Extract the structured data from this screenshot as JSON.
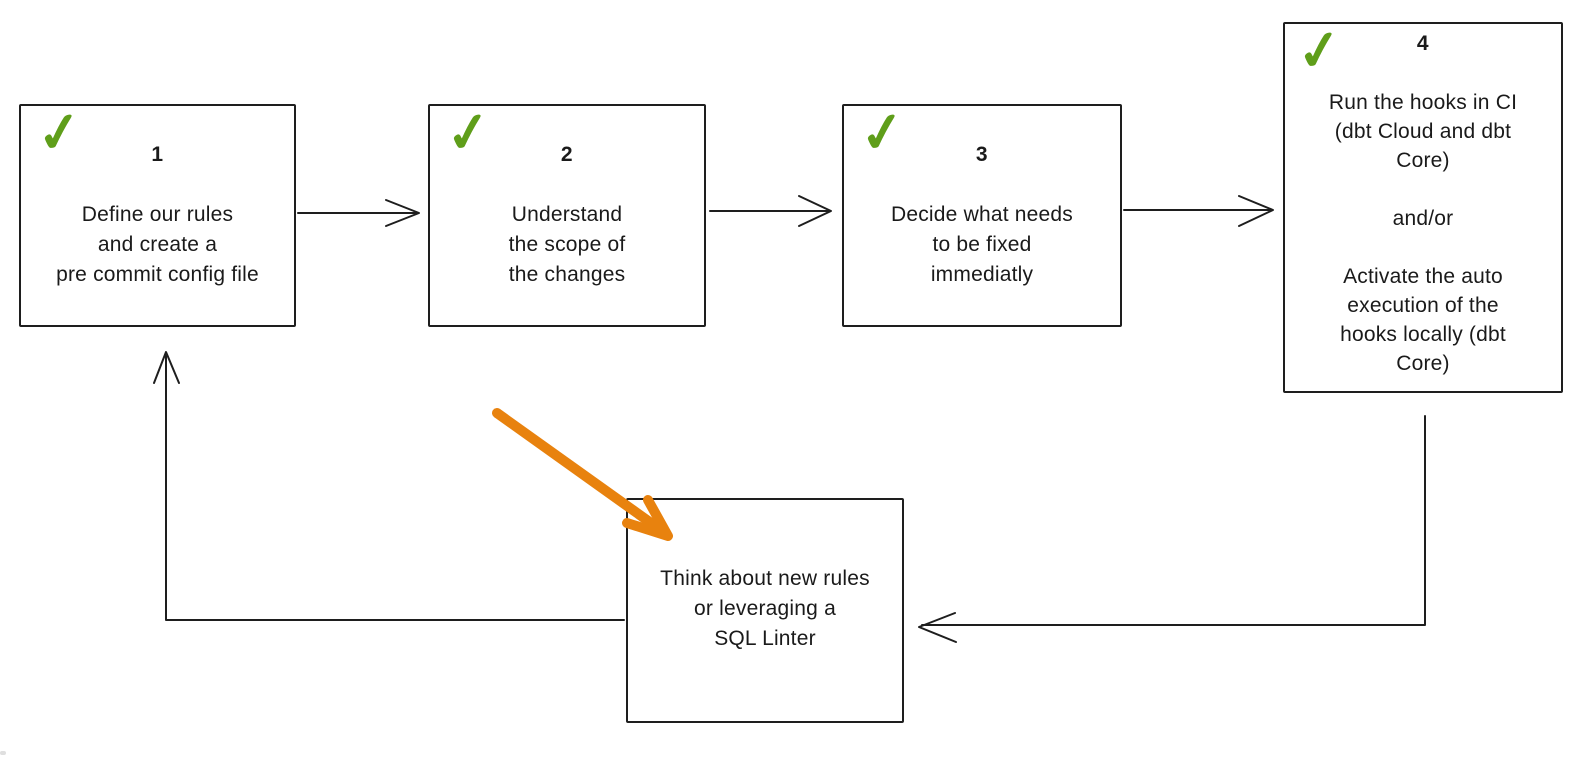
{
  "colors": {
    "background": "#ffffff",
    "stroke": "#1e1e1e",
    "check_green": "#5f9e1a",
    "highlight_orange": "#e8820e"
  },
  "icons": {
    "check": "✓"
  },
  "steps": [
    {
      "number": "1",
      "checked": true,
      "text": "Define our rules\nand create a\npre commit config file"
    },
    {
      "number": "2",
      "checked": true,
      "text": "Understand\nthe scope of\nthe changes"
    },
    {
      "number": "3",
      "checked": true,
      "text": "Decide what needs\nto be fixed\nimmediatly"
    },
    {
      "number": "4",
      "checked": true,
      "text": "Run the hooks in CI\n(dbt Cloud and dbt\nCore)\n\nand/or\n\nActivate the auto\nexecution of the\nhooks locally (dbt\nCore)"
    }
  ],
  "feedback": {
    "text": "Think about new rules\nor leveraging a\nSQL Linter"
  },
  "flow": [
    {
      "from": "step-1",
      "to": "step-2"
    },
    {
      "from": "step-2",
      "to": "step-3"
    },
    {
      "from": "step-3",
      "to": "step-4"
    },
    {
      "from": "step-4",
      "to": "feedback-box"
    },
    {
      "from": "feedback-box",
      "to": "step-1"
    },
    {
      "from": "highlight-arrow",
      "to": "feedback-box"
    }
  ]
}
